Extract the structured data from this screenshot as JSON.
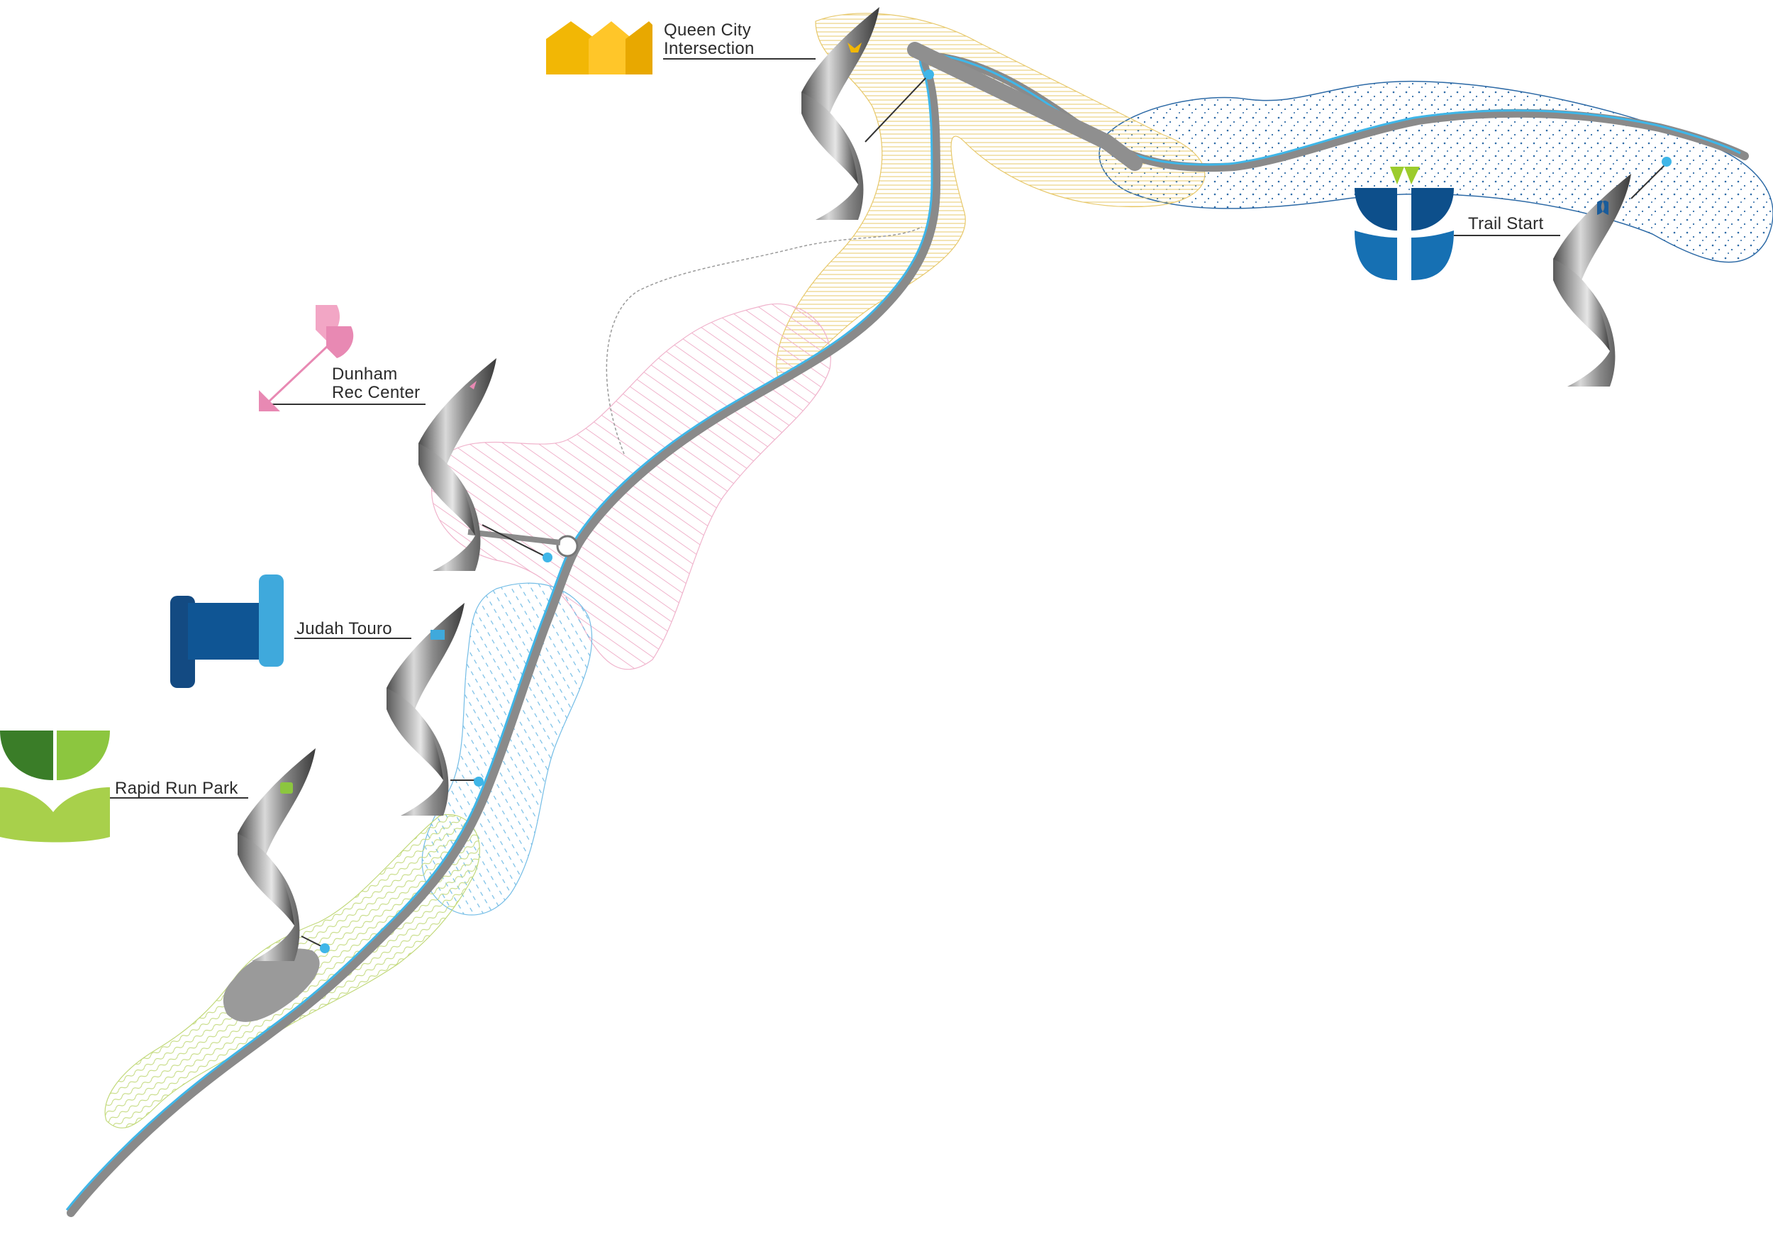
{
  "stops": {
    "queen_city": {
      "line1": "Queen City",
      "line2": "Intersection"
    },
    "trail_start": {
      "line1": "Trail Start"
    },
    "dunham": {
      "line1": "Dunham",
      "line2": "Rec Center"
    },
    "judah": {
      "line1": "Judah Touro"
    },
    "rapid_run": {
      "line1": "Rapid Run Park"
    }
  },
  "colors": {
    "queen_city": "#f2b705",
    "trail_start": "#0d4f8b",
    "trail_start_accent": "#9ccc2c",
    "dunham": "#e889b3",
    "judah": "#1a5c9a",
    "rapid_run": "#8cc63f",
    "trail": "#8a8a8a",
    "water": "#3fb6e8"
  },
  "icons": {
    "queen_city": "crown-logo-icon",
    "trail_start": "butterfly-logo-icon",
    "dunham": "arrow-logo-icon",
    "judah": "bridge-logo-icon",
    "rapid_run": "leaf-logo-icon",
    "marker": "ribbon-sculpture-icon"
  }
}
